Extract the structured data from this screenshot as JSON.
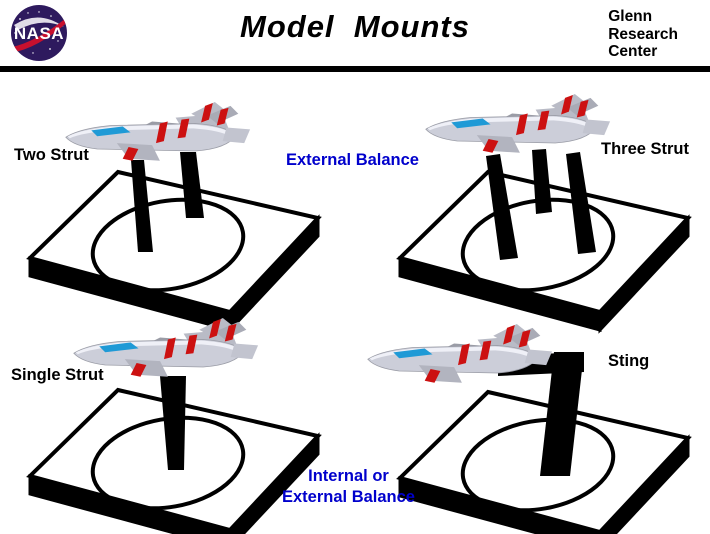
{
  "header": {
    "logo_alt": "NASA",
    "logo_text": "NASA",
    "title": "Model  Mounts",
    "center_line1": "Glenn",
    "center_line2": "Research",
    "center_line3": "Center"
  },
  "colors": {
    "label_black": "#000000",
    "label_blue": "#0000cc",
    "nasa_navy": "#2e1a5e",
    "nasa_red": "#c8102e",
    "aircraft_body": "#c9cbd6",
    "aircraft_shadow": "#8e9099",
    "aircraft_highlight": "#eceef5",
    "canopy_blue": "#1f9ad6",
    "marking_red": "#cc1111",
    "strut_black": "#000000",
    "platform_white": "#ffffff"
  },
  "panels": [
    {
      "id": "two-strut",
      "label": "Two Strut",
      "label_position": "left",
      "strut_count": 2,
      "mount_type": "strut",
      "balance": "External Balance"
    },
    {
      "id": "three-strut",
      "label": "Three Strut",
      "label_position": "right",
      "strut_count": 3,
      "mount_type": "strut",
      "balance": "External Balance"
    },
    {
      "id": "single-strut",
      "label": "Single Strut",
      "label_position": "left",
      "strut_count": 1,
      "mount_type": "strut",
      "balance": "Internal or External Balance"
    },
    {
      "id": "sting",
      "label": "Sting",
      "label_position": "right",
      "strut_count": 1,
      "mount_type": "sting",
      "balance": "Internal or External Balance"
    }
  ],
  "captions": {
    "external_balance": "External Balance",
    "internal_or": "Internal or",
    "external_balance2": "External Balance"
  }
}
